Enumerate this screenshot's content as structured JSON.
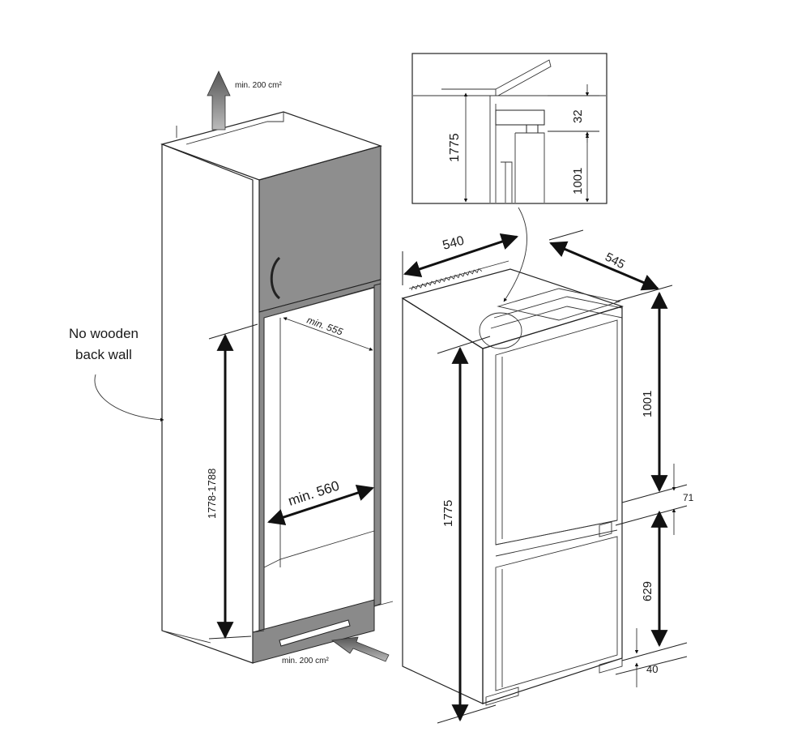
{
  "annotations": {
    "vent_top": "min. 200 cm²",
    "vent_bottom": "min. 200 cm²",
    "no_wooden_back_wall": [
      "No wooden",
      "back wall"
    ],
    "niche_depth": "min. 555",
    "niche_width": "min. 560",
    "niche_height": "1778-1788"
  },
  "appliance_dims": {
    "width": "540",
    "depth": "545",
    "height": "1775",
    "fridge_section": "1001",
    "middle_gap": "71",
    "freezer_section": "629",
    "bottom_gap": "40"
  },
  "detail_inset": {
    "height": "1775",
    "top_gap": "32",
    "fridge_section": "1001"
  },
  "colors": {
    "line": "#222222",
    "door_gray": "#8e8e8e"
  }
}
